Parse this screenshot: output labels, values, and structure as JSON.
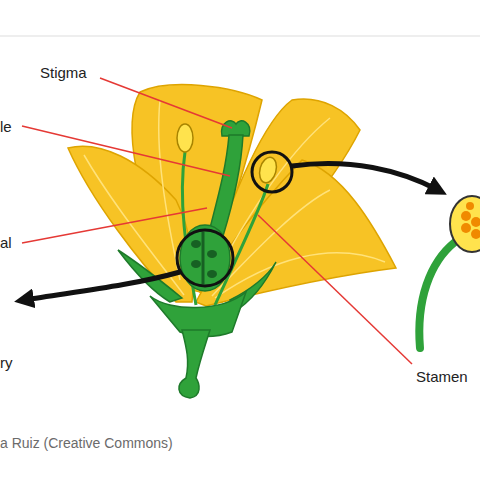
{
  "diagram": {
    "caption": "a Ruiz (Creative Commons)",
    "labels": [
      "Stigma",
      "le",
      "al",
      "ry",
      "Stamen"
    ]
  }
}
